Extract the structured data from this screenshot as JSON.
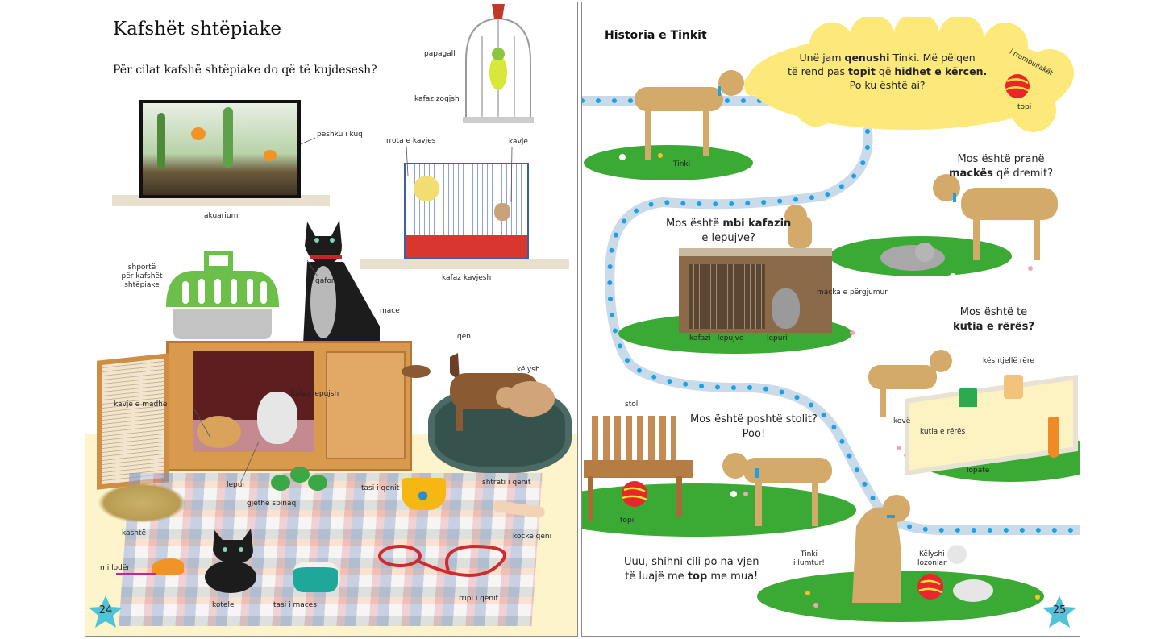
{
  "left_page": {
    "title": "Kafshët shtëpiake",
    "subtitle": "Për cilat kafshë shtëpiake do që të kujdesesh?",
    "page_number": "24",
    "labels": {
      "papagall": "papagall",
      "kafaz_zogjsh": "kafaz zogjsh",
      "peshku": "peshku i kuq",
      "rrota": "rrota e kavjes",
      "kavje": "kavje",
      "akuarium": "akuarium",
      "kafaz_kavjesh": "kafaz kavjesh",
      "shporte_1": "shportë",
      "shporte_2": "për kafshët",
      "shporte_3": "shtëpiake",
      "qafore": "qafore",
      "mace": "mace",
      "qen": "qen",
      "kafaz_lepujsh": "kafaz lepujsh",
      "kavje_madhe": "kavje e madhe",
      "kelysh": "këlysh",
      "lepur": "lepur",
      "gjethe": "gjethe spinaqi",
      "tasi_qenit": "tasi i qenit",
      "shtrati": "shtrati i qenit",
      "kashte": "kashtë",
      "kocke": "kockë qeni",
      "mi": "mi lodër",
      "kotele": "kotele",
      "tasi_maces": "tasi i maces",
      "rripi": "rripi i qenit"
    }
  },
  "right_page": {
    "title": "Historia e Tinkit",
    "page_number": "25",
    "cloud": {
      "l1a": "Unë jam ",
      "l1b": "qenushi",
      "l1c": " Tinki. Më pëlqen",
      "l2a": "të rend pas ",
      "l2b": "topit",
      "l2c": " që ",
      "l2d": "hidhet e kërcen.",
      "l3": "Po ku është ai?",
      "ball_label_top": "i rrumbullakët",
      "ball_label": "topi"
    },
    "q_cat": {
      "l1": "Mos është pranë",
      "l2b": "mackës",
      "l2c": " që dremit?"
    },
    "q_hutch": {
      "l1a": "Mos është ",
      "l1b": "mbi kafazin",
      "l2": "e lepujve?"
    },
    "q_sand": {
      "l1": "Mos është te",
      "l2": "kutia e rërës?"
    },
    "q_bench": {
      "l1": "Mos është poshtë stolit?",
      "l2": "Poo!"
    },
    "ending": {
      "l1": "Uuu, shihni cili po na vjen",
      "l2a": "të luajë me ",
      "l2b": "top",
      "l2c": " me mua!"
    },
    "labels": {
      "tinki": "Tinki",
      "macka": "macka e përgjumur",
      "kafazi": "kafazi i lepujve",
      "lepuri": "lepuri",
      "keshtjelle": "kështjellë rëre",
      "kove": "kovë",
      "kutia": "kutia e rërës",
      "lopate": "lopatë",
      "stol": "stol",
      "topi": "topi",
      "tinki_lumtur_1": "Tinki",
      "tinki_lumtur_2": "i lumtur!",
      "kelyshi_1": "Këlyshi",
      "kelyshi_2": "lozonjar"
    }
  },
  "colors": {
    "star": "#4fc3d9",
    "grass": "#3aaa35",
    "cloud": "#fde97a",
    "path": "#c9dbe8",
    "path_dot": "#1ea0e6",
    "dog": "#d4aa6a",
    "floor": "#fdf4cb"
  }
}
